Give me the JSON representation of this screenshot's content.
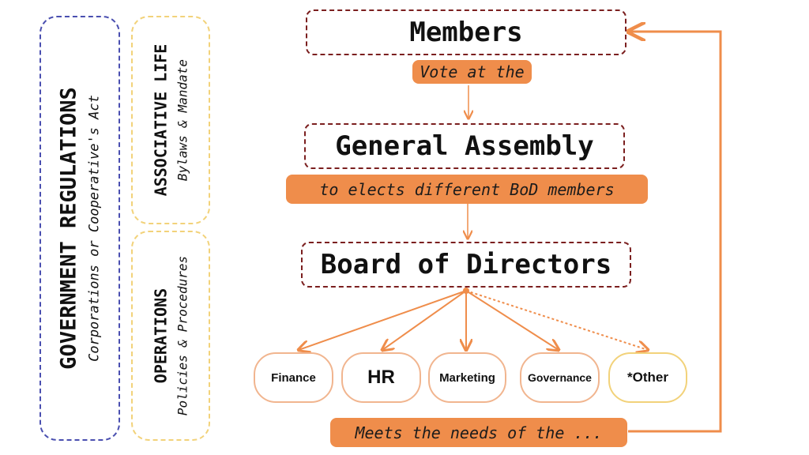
{
  "left_panels": {
    "government": {
      "title": "GOVERNMENT REGULATIONS",
      "subtitle": "Corporations or Cooperative's Act"
    },
    "associative": {
      "title": "ASSOCIATIVE LIFE",
      "subtitle": "Bylaws & Mandate"
    },
    "operations": {
      "title": "OPERATIONS",
      "subtitle": "Policies & Procedures"
    }
  },
  "flow": {
    "members": "Members",
    "vote_label": "Vote at the",
    "general_assembly": "General Assembly",
    "elects_label": "to elects different BoD members",
    "board": "Board of Directors",
    "meets_label": "Meets the needs of the ..."
  },
  "committees": [
    {
      "label": "Finance"
    },
    {
      "label": "HR"
    },
    {
      "label": "Marketing"
    },
    {
      "label": "Governance"
    },
    {
      "label": "*Other"
    }
  ],
  "colors": {
    "orange": "#ef8d4b",
    "dark_red": "#7b1f1f",
    "blue_border": "#4a4fb0",
    "yellow_border": "#f2d27a",
    "pill_border": "#f1b58f"
  }
}
